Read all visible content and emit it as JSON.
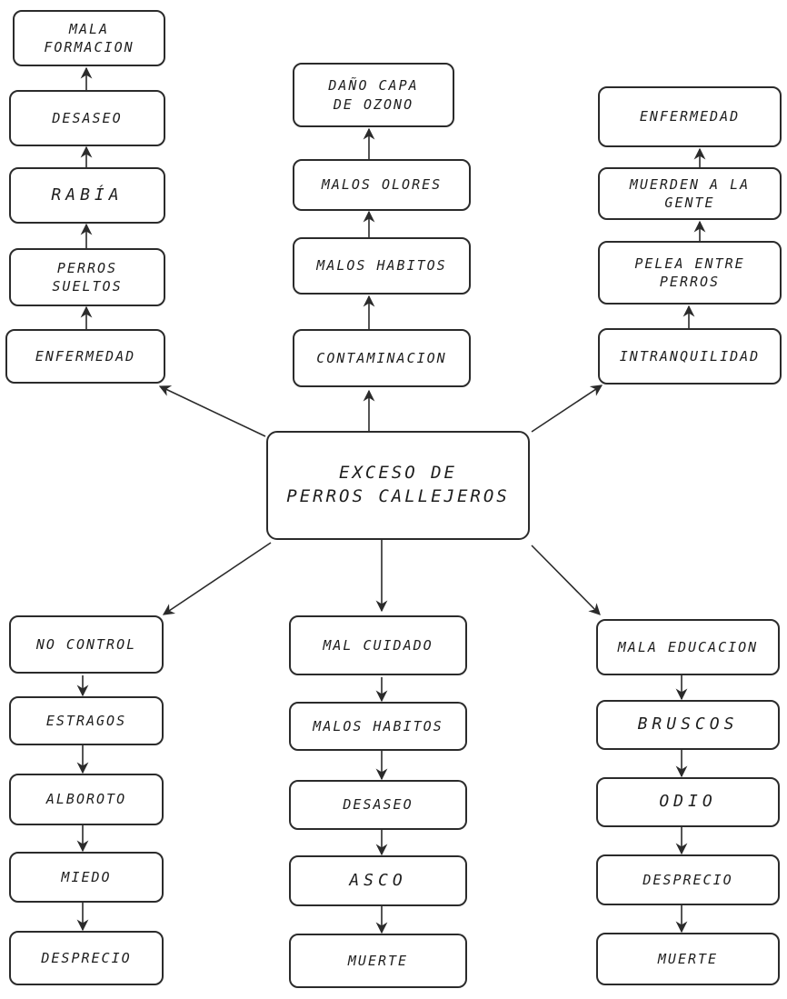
{
  "center": "EXCESO DE\nPERROS CALLEJEROS",
  "effects": {
    "left": [
      "ENFERMEDAD",
      "PERROS\nSUELTOS",
      "RABÍA",
      "DESASEO",
      "MALA\nFORMACION"
    ],
    "middle": [
      "CONTAMINACION",
      "MALOS HABITOS",
      "MALOS OLORES",
      "DAÑO CAPA\nDE OZONO"
    ],
    "right": [
      "INTRANQUILIDAD",
      "PELEA ENTRE\nPERROS",
      "MUERDEN A LA\nGENTE",
      "ENFERMEDAD"
    ]
  },
  "causes": {
    "left": [
      "NO CONTROL",
      "ESTRAGOS",
      "ALBOROTO",
      "MIEDO",
      "DESPRECIO"
    ],
    "middle": [
      "MAL CUIDADO",
      "MALOS HABITOS",
      "DESASEO",
      "ASCO",
      "MUERTE"
    ],
    "right": [
      "MALA EDUCACION",
      "BRUSCOS",
      "ODIO",
      "DESPRECIO",
      "MUERTE"
    ]
  },
  "colors": {
    "ink": "#2b2b2b",
    "paper": "#ffffff"
  }
}
